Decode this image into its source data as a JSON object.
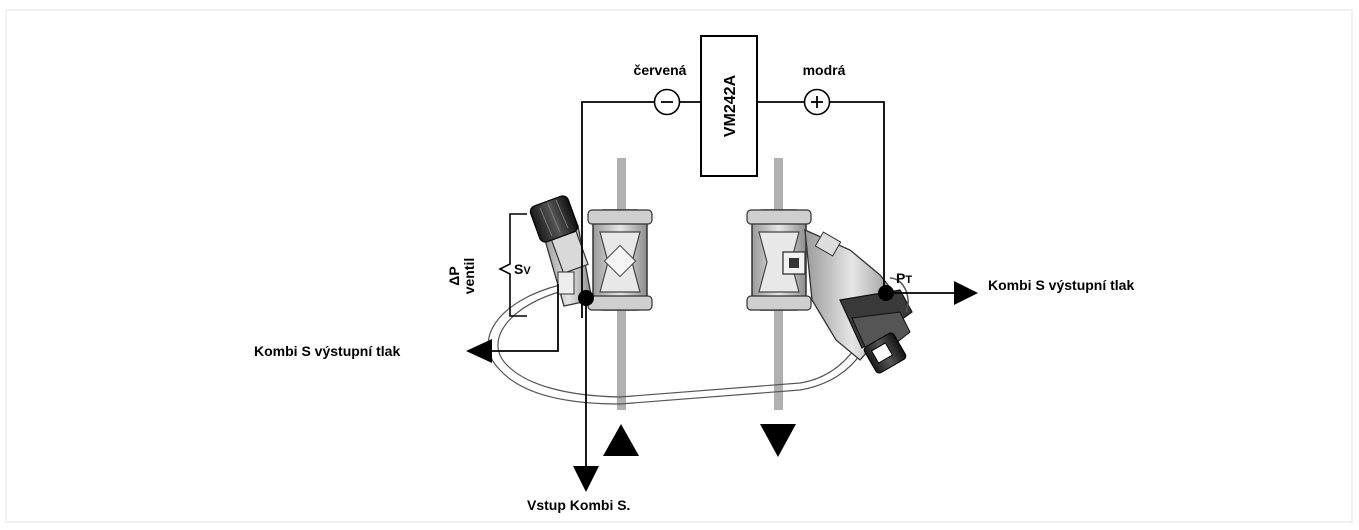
{
  "diagram": {
    "device_label": "VM242A",
    "wire_left_label": "červená",
    "wire_right_label": "modrá",
    "minus_symbol": "−",
    "plus_symbol": "+",
    "valve_label_line1": "ΔP",
    "valve_label_line2": "ventil",
    "sv_label_main": "S",
    "sv_label_sub": "V",
    "pt_label_main": "P",
    "pt_label_sub": "T",
    "outlet_right_label": "Kombi S výstupní tlak",
    "outlet_left_label": "Kombi S výstupní tlak",
    "inlet_label": "Vstup Kombi S."
  }
}
